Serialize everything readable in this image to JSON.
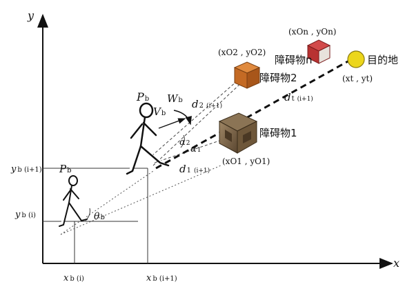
{
  "diagram": {
    "axes": {
      "x_label": "x",
      "y_label": "y"
    },
    "y_ticks": [
      {
        "main": "y",
        "sub": "b (i+1)"
      },
      {
        "main": "y",
        "sub": "b (i)"
      }
    ],
    "x_ticks": [
      {
        "main": "x",
        "sub": "b (i)"
      },
      {
        "main": "x",
        "sub": "b (i+1)"
      }
    ],
    "walker_far": {
      "label_main": "P",
      "label_sub": "b"
    },
    "walker_near": {
      "label_main": "P",
      "label_sub": "b",
      "heading_main": "V",
      "heading_sub": "b",
      "angular_main": "W",
      "angular_sub": "b"
    },
    "start_angle": {
      "main": "θ",
      "sub": "b"
    },
    "distances": [
      {
        "main": "d",
        "sub_a": "2",
        "sub_b": "(i+1)"
      },
      {
        "main": "d",
        "sub_a": "1",
        "sub_b": "(i+1)"
      },
      {
        "main": "d",
        "sub_a": "t",
        "sub_b": "(i+1)"
      }
    ],
    "angles": [
      {
        "main": "α",
        "sub": "2"
      },
      {
        "main": "α",
        "sub": "1"
      }
    ],
    "obstacle_1": {
      "name": "障碍物1",
      "coord": "(xO1 , yO1)"
    },
    "obstacle_2": {
      "name": "障碍物2",
      "coord": "(xO2 , yO2)"
    },
    "obstacle_n": {
      "name": "障碍物n",
      "coord": "(xOn , yOn)"
    },
    "target": {
      "name": "目的地",
      "coord": "(xt , yt)",
      "fill_color": "#ecd61c"
    }
  }
}
